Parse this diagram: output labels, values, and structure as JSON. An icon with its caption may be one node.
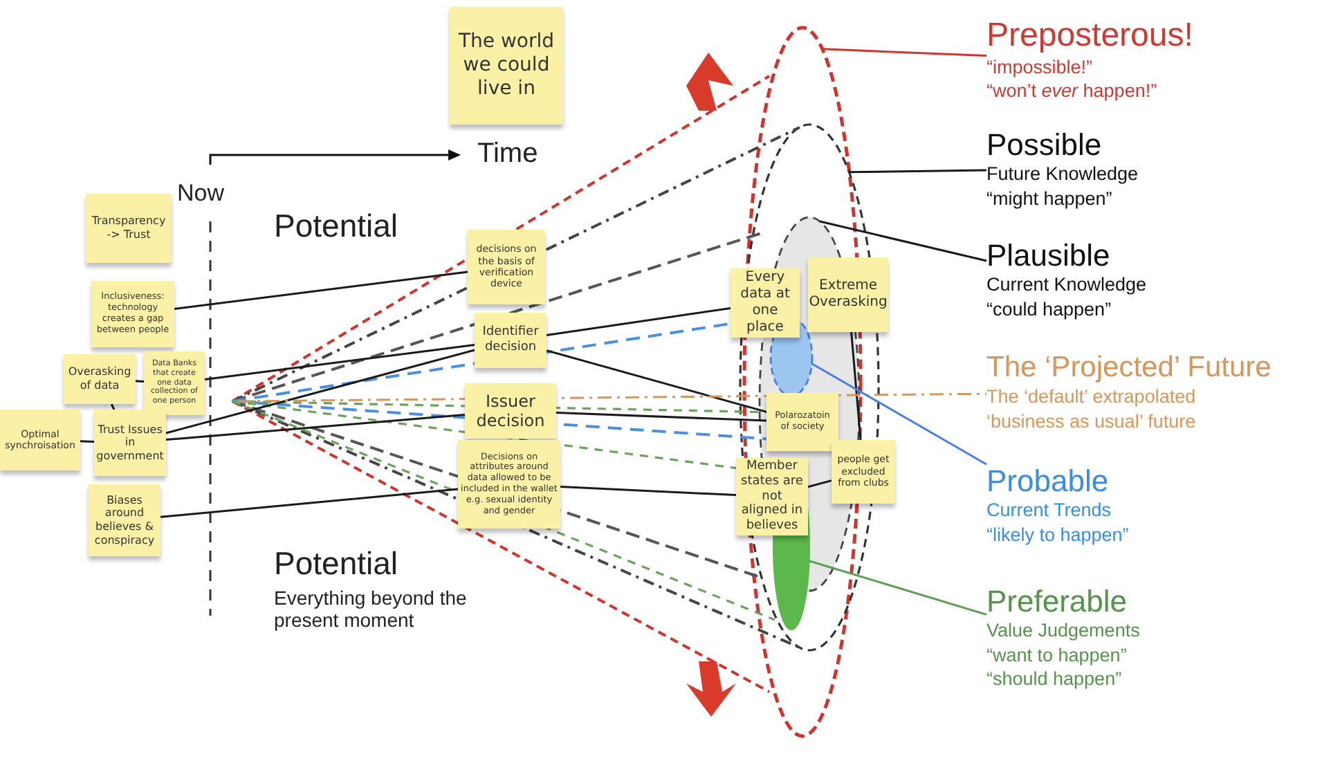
{
  "diagram": {
    "nodes": [
      {
        "text": [
          "The world we could live in"
        ]
      },
      {
        "text": [
          "Transparency -> Trust"
        ]
      },
      {
        "text": [
          "Inclusiveness: technology creates a gap between people"
        ]
      },
      {
        "text": [
          "Overasking of data"
        ]
      },
      {
        "text": [
          "Data Banks that create one data collection of one person"
        ]
      },
      {
        "text": [
          "Optimal synchroisation"
        ]
      },
      {
        "text": [
          "Trust Issues in government"
        ]
      },
      {
        "text": [
          "Biases around believes & conspiracy"
        ]
      },
      {
        "text": [
          "decisions on the basis of verification device"
        ]
      },
      {
        "text": [
          "Identifier decision"
        ]
      },
      {
        "text": [
          "Issuer decision"
        ]
      },
      {
        "text": [
          "Decisions on attributes around data allowed to be included in the wallet e.g. sexual identity and gender"
        ]
      },
      {
        "text": [
          "Every data at one place"
        ]
      },
      {
        "text": [
          "Extreme Overasking"
        ]
      },
      {
        "text": [
          "Polarozatoin of society"
        ]
      },
      {
        "text": [
          "Member states are not aligned in believes"
        ]
      },
      {
        "text": [
          "people get excluded from clubs"
        ]
      },
      {
        "text": [
          "Preposterous!",
          "“impossible!”",
          "“won’t *ever* happen!”"
        ]
      },
      {
        "text": [
          "Possible",
          "Future Knowledge",
          "“might happen”"
        ]
      },
      {
        "text": [
          "Plausible",
          "Current Knowledge",
          "“could happen”"
        ]
      },
      {
        "text": [
          "The ‘Projected’ Future",
          "The ‘default’ extrapolated ‘business as usual’ future"
        ]
      },
      {
        "text": [
          "Probable",
          "Current Trends",
          "“likely to happen”"
        ]
      },
      {
        "text": [
          "Preferable",
          "Value Judgements",
          "“want to happen”",
          "“should happen”"
        ]
      }
    ],
    "edges": [
      {
        "from": 2,
        "to": 8,
        "arrow": "none"
      },
      {
        "from": 3,
        "to": 4,
        "arrow": "none"
      },
      {
        "from": 3,
        "to": 6,
        "arrow": "none"
      },
      {
        "from": 5,
        "to": 6,
        "arrow": "none"
      },
      {
        "from": 4,
        "to": 9,
        "arrow": "none"
      },
      {
        "from": 6,
        "to": 9,
        "arrow": "none"
      },
      {
        "from": 6,
        "to": 10,
        "arrow": "none"
      },
      {
        "from": 7,
        "to": 11,
        "arrow": "none"
      },
      {
        "from": 9,
        "to": 12,
        "arrow": "none"
      },
      {
        "from": 9,
        "to": 14,
        "arrow": "none"
      },
      {
        "from": 10,
        "to": 14,
        "arrow": "none"
      },
      {
        "from": 11,
        "to": 15,
        "arrow": "none"
      },
      {
        "from": 13,
        "to": 16,
        "arrow": "none"
      },
      {
        "from": 15,
        "to": 16,
        "arrow": "none"
      },
      {
        "from": 17,
        "to": null,
        "arrow": "none",
        "color": "#d0342c"
      },
      {
        "from": 18,
        "to": null,
        "arrow": "none"
      },
      {
        "from": 19,
        "to": null,
        "arrow": "none"
      },
      {
        "from": null,
        "to": 20,
        "arrow": "none",
        "style": "dashed",
        "color": "#d9965b"
      },
      {
        "from": 21,
        "to": null,
        "arrow": "none",
        "color": "#4a7fe0"
      },
      {
        "from": 22,
        "to": null,
        "arrow": "none",
        "color": "#5aa050"
      }
    ],
    "labels": [
      "Time",
      "Now",
      "Potential",
      "Potential",
      "Everything beyond the present moment"
    ]
  }
}
